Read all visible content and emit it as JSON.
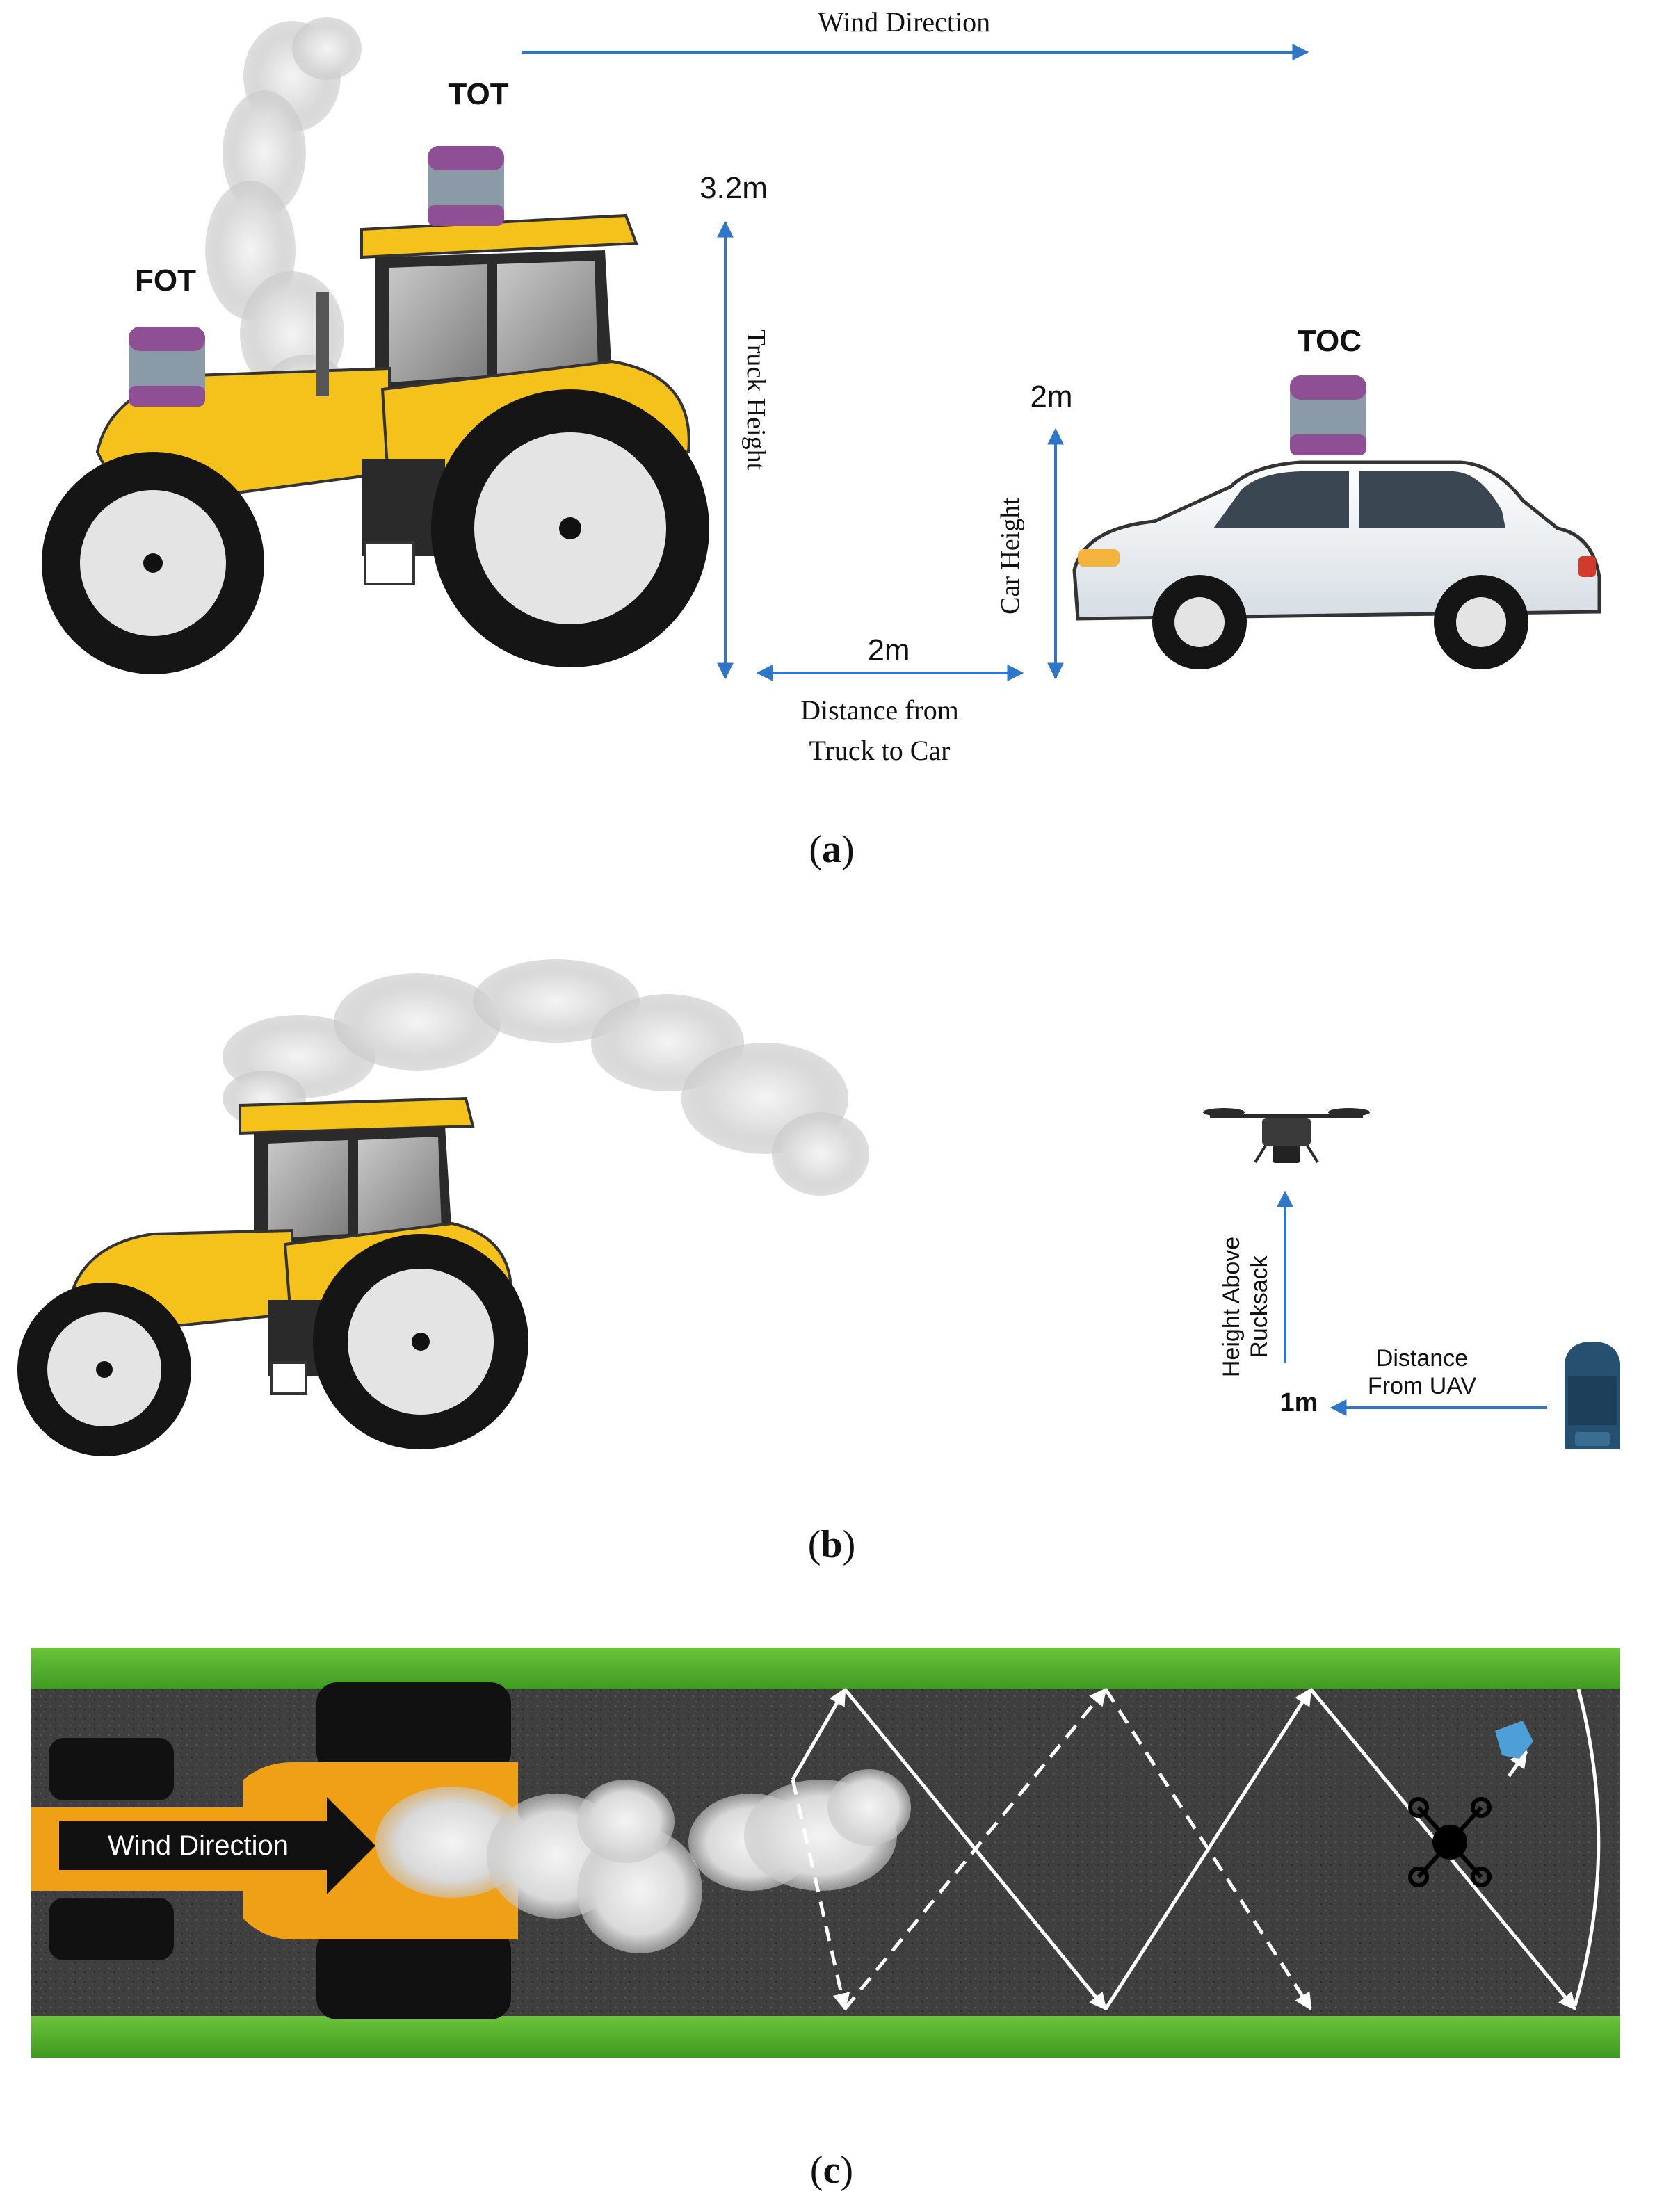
{
  "colors": {
    "arrow_blue": "#2f76c8",
    "tractor_yellow": "#f4c21a",
    "tractor_orange": "#f0a016",
    "tyre_black": "#151515",
    "asphalt": "#3d3d3d",
    "grass": "#4caf2c",
    "sensor_purple": "#8e4f94",
    "car_white": "#eef1f4"
  },
  "panel_a": {
    "caption": "(a)",
    "caption_letter": "a",
    "wind_label": "Wind Direction",
    "labels": {
      "fot": "FOT",
      "tot": "TOT",
      "toc": "TOC",
      "truck_top": "3.2m",
      "truck_height": "Truck Height",
      "car_top": "2m",
      "car_height": "Car Height",
      "distance_value": "2m",
      "distance_line1": "Distance from",
      "distance_line2": "Truck to Car"
    }
  },
  "panel_b": {
    "caption": "(b)",
    "caption_letter": "b",
    "labels": {
      "height_line1": "Height Above",
      "height_line2": "Rucksack",
      "distance_line1": "Distance",
      "distance_line2": "From UAV",
      "distance_value": "1m"
    }
  },
  "panel_c": {
    "caption": "(c)",
    "caption_letter": "c",
    "wind_label": "Wind Direction"
  }
}
